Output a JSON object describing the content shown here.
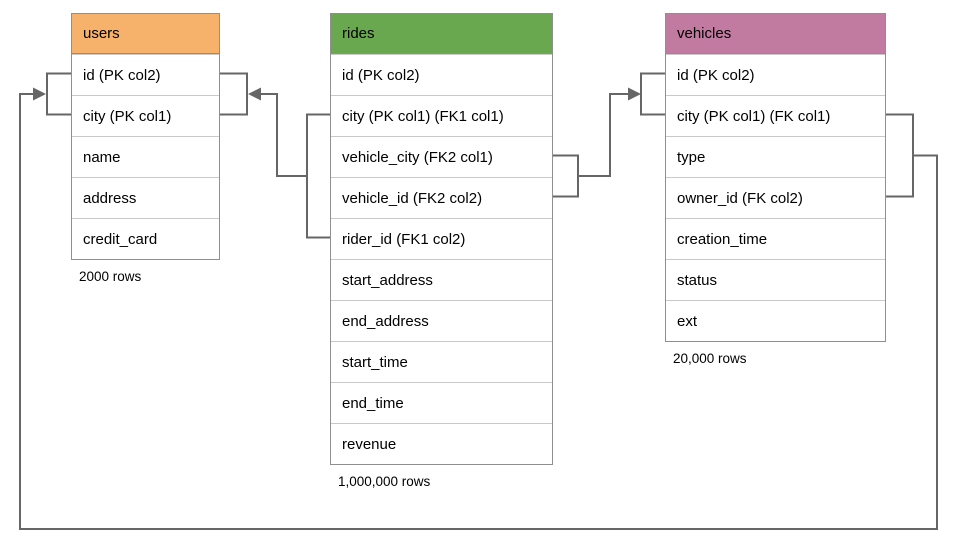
{
  "diagram": {
    "line_color": "#666666",
    "tables": [
      {
        "name": "users",
        "header_color": "#f6b26b",
        "columns": [
          "id (PK col2)",
          "city (PK col1)",
          "name",
          "address",
          "credit_card"
        ],
        "row_count": "2000 rows"
      },
      {
        "name": "rides",
        "header_color": "#6aa84f",
        "columns": [
          "id (PK col2)",
          "city (PK col1) (FK1 col1)",
          "vehicle_city (FK2 col1)",
          "vehicle_id (FK2 col2)",
          "rider_id (FK1 col2)",
          "start_address",
          "end_address",
          "start_time",
          "end_time",
          "revenue"
        ],
        "row_count": "1,000,000 rows"
      },
      {
        "name": "vehicles",
        "header_color": "#c27ba0",
        "columns": [
          "id (PK col2)",
          "city (PK col1) (FK col1)",
          "type",
          "owner_id (FK col2)",
          "creation_time",
          "status",
          "ext"
        ],
        "row_count": "20,000 rows"
      }
    ],
    "relationships": [
      {
        "name": "rides-to-users",
        "from_table": "rides",
        "from_columns": [
          "city (PK col1) (FK1 col1)",
          "rider_id (FK1 col2)"
        ],
        "to_table": "users",
        "to_columns": [
          "id (PK col2)",
          "city (PK col1)"
        ]
      },
      {
        "name": "rides-to-vehicles",
        "from_table": "rides",
        "from_columns": [
          "vehicle_city (FK2 col1)",
          "vehicle_id (FK2 col2)"
        ],
        "to_table": "vehicles",
        "to_columns": [
          "id (PK col2)",
          "city (PK col1) (FK col1)"
        ]
      },
      {
        "name": "vehicles-to-users",
        "from_table": "vehicles",
        "from_columns": [
          "city (PK col1) (FK col1)",
          "owner_id (FK col2)"
        ],
        "to_table": "users",
        "to_columns": [
          "id (PK col2)",
          "city (PK col1)"
        ]
      }
    ]
  }
}
